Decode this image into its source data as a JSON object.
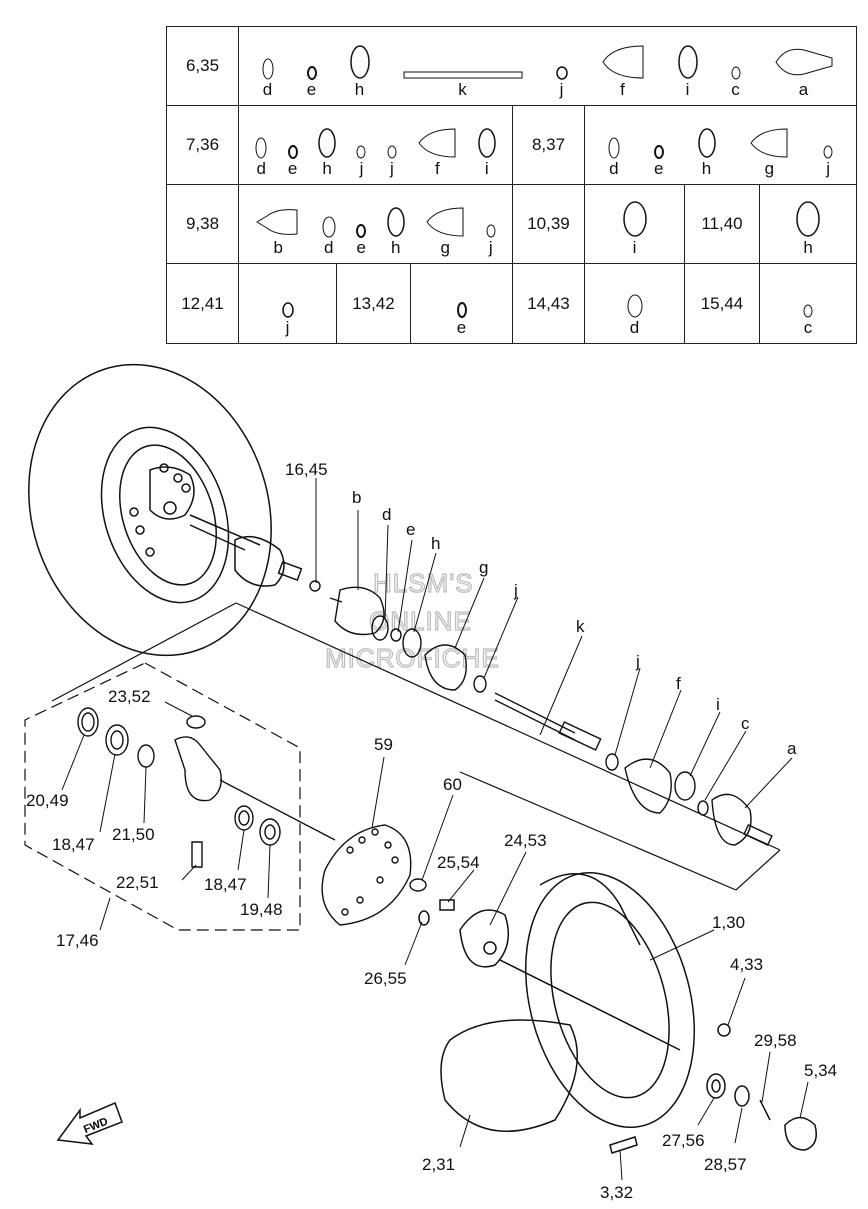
{
  "table": {
    "rows": [
      {
        "label": "6,35",
        "parts": [
          "d",
          "e",
          "h",
          "k",
          "j",
          "f",
          "i",
          "c",
          "a"
        ]
      },
      {
        "label": "7,36",
        "parts": [
          "d",
          "e",
          "h",
          "j",
          "j",
          "f",
          "i"
        ],
        "label2": "8,37",
        "parts2": [
          "d",
          "e",
          "h",
          "g",
          "j"
        ]
      },
      {
        "label": "9,38",
        "parts": [
          "b",
          "d",
          "e",
          "h",
          "g",
          "j"
        ],
        "label2": "10,39",
        "parts2": [
          "i"
        ],
        "label3": "11,40",
        "parts3": [
          "h"
        ]
      },
      {
        "cells": [
          {
            "label": "12,41",
            "part": "j"
          },
          {
            "label": "13,42",
            "part": "e"
          },
          {
            "label": "14,43",
            "part": "d"
          },
          {
            "label": "15,44",
            "part": "c"
          }
        ]
      }
    ]
  },
  "watermark": [
    "HLSM'S",
    "ONLINE",
    "MICROFICHE"
  ],
  "callouts": {
    "c16_45": "16,45",
    "b": "b",
    "d": "d",
    "e": "e",
    "h": "h",
    "g": "g",
    "j1": "j",
    "k": "k",
    "j2": "j",
    "f": "f",
    "i": "i",
    "c": "c",
    "a": "a",
    "c23_52": "23,52",
    "c20_49": "20,49",
    "c18_47a": "18,47",
    "c21_50": "21,50",
    "c22_51": "22,51",
    "c18_47b": "18,47",
    "c19_48": "19,48",
    "c17_46": "17,46",
    "c59": "59",
    "c60": "60",
    "c25_54": "25,54",
    "c24_53": "24,53",
    "c26_55": "26,55",
    "c1_30": "1,30",
    "c4_33": "4,33",
    "c29_58": "29,58",
    "c5_34": "5,34",
    "c27_56": "27,56",
    "c28_57": "28,57",
    "c2_31": "2,31",
    "c3_32": "3,32"
  },
  "fwd_label": "FWD"
}
